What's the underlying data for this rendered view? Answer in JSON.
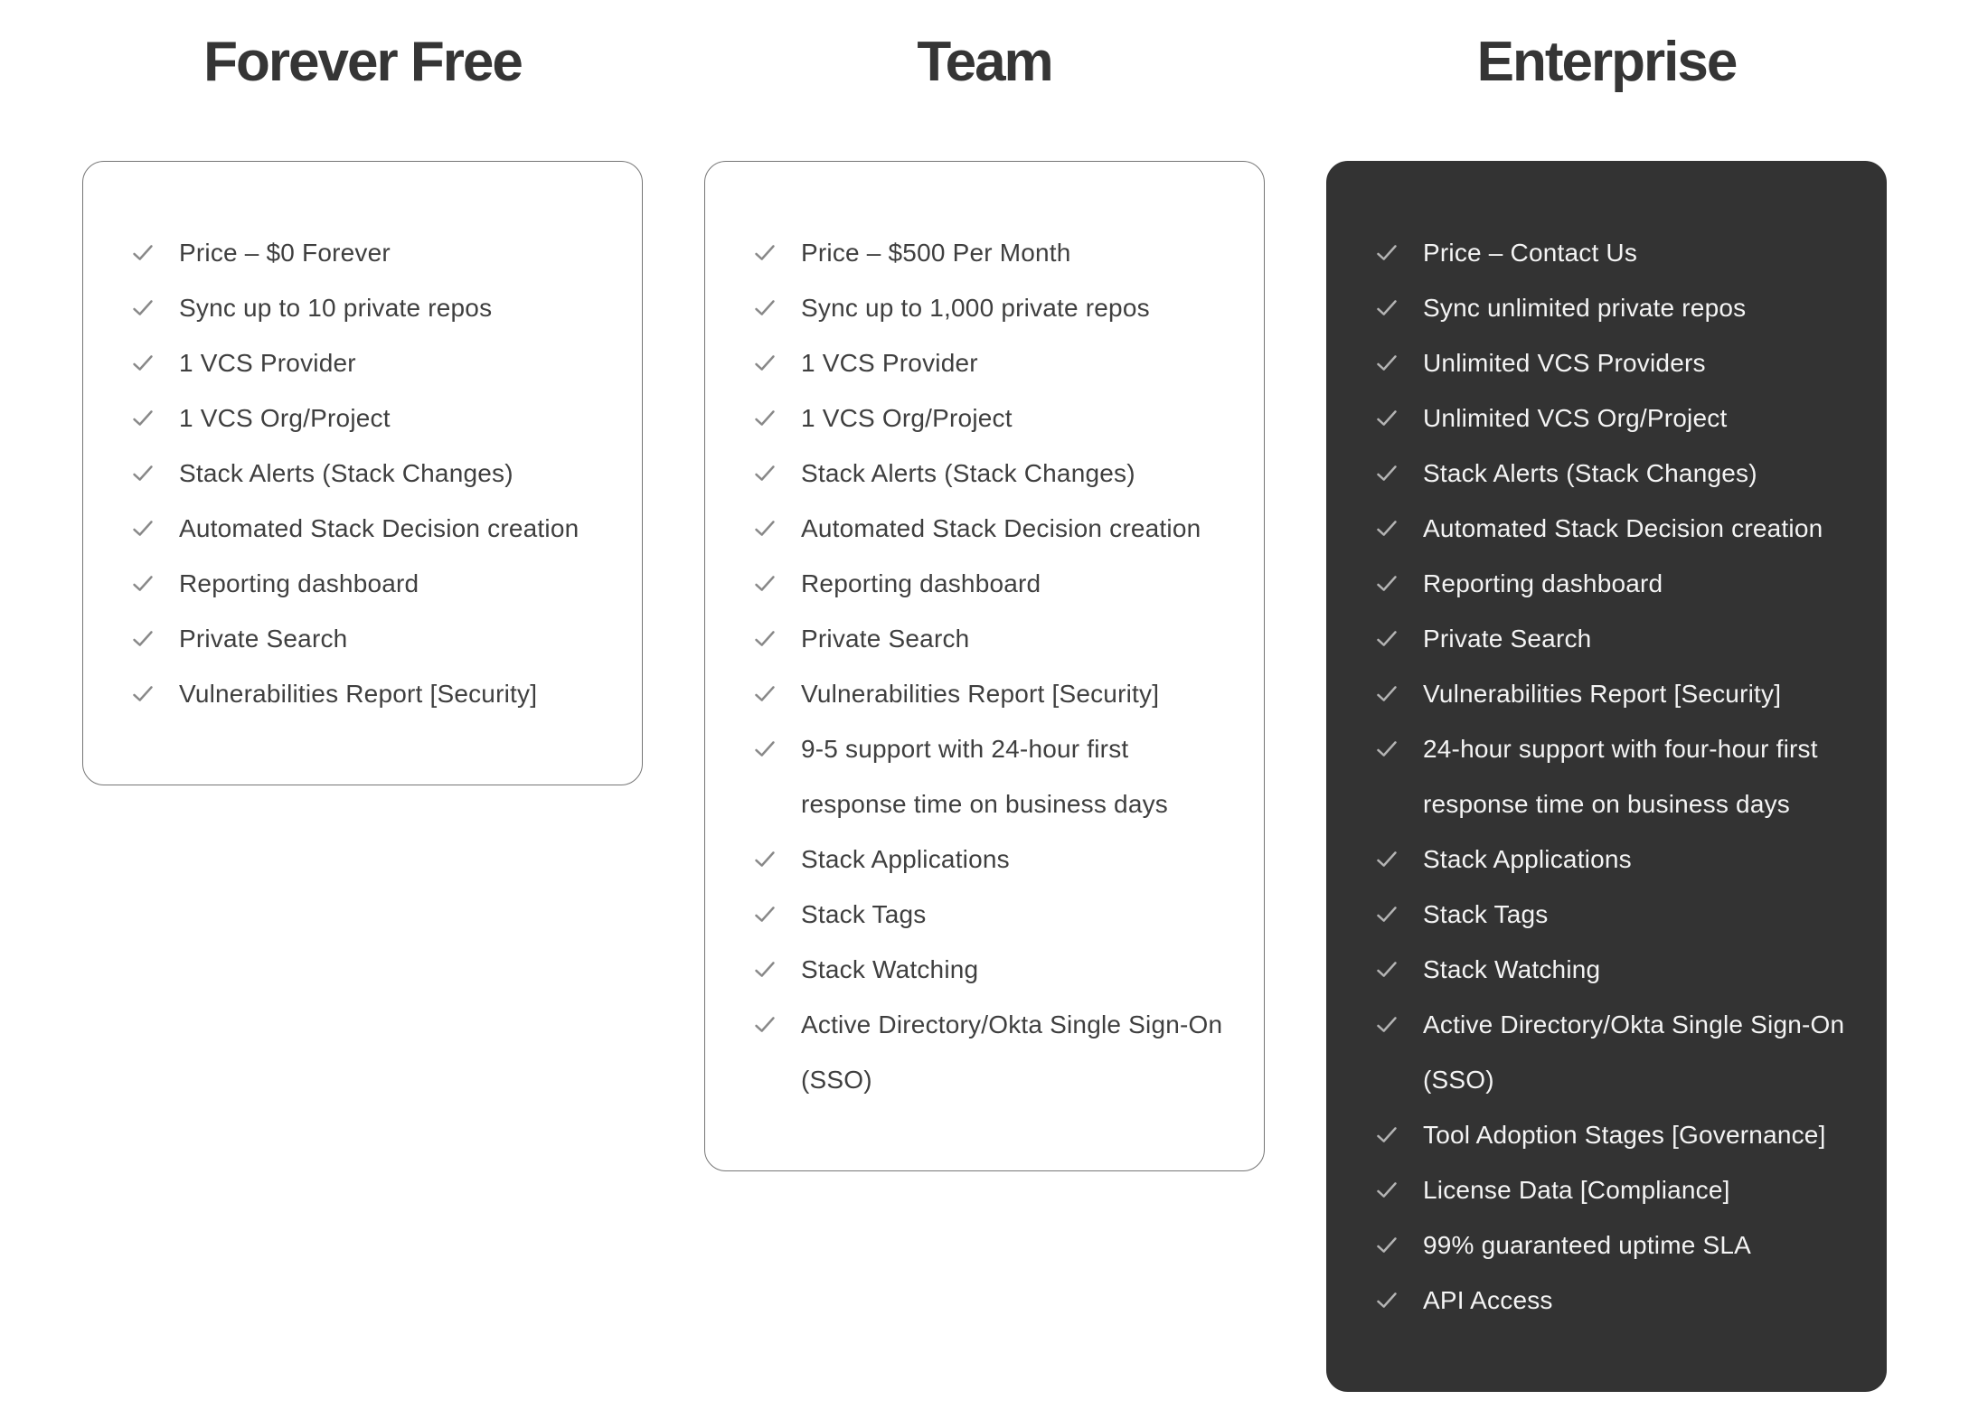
{
  "page": {
    "background": "#ffffff"
  },
  "colors": {
    "title_text": "#353535",
    "body_text": "#3f3f3f",
    "light_card_bg": "#ffffff",
    "light_card_border": "#767676",
    "dark_card_bg": "#333333",
    "dark_card_text": "#f4f4f4",
    "check_light": "#898989",
    "check_dark": "#b3b3b3"
  },
  "icons": {
    "feature_check": "check-icon"
  },
  "plans": [
    {
      "name": "Forever Free",
      "theme": "light",
      "features": [
        "Price – $0 Forever",
        "Sync up to 10 private repos",
        "1 VCS Provider",
        "1 VCS Org/Project",
        "Stack Alerts (Stack Changes)",
        "Automated Stack Decision creation",
        "Reporting dashboard",
        "Private Search",
        "Vulnerabilities Report [Security]"
      ]
    },
    {
      "name": "Team",
      "theme": "light",
      "features": [
        "Price – $500 Per Month",
        "Sync up to 1,000 private repos",
        "1 VCS Provider",
        "1 VCS Org/Project",
        "Stack Alerts (Stack Changes)",
        "Automated Stack Decision creation",
        "Reporting dashboard",
        "Private Search",
        "Vulnerabilities Report [Security]",
        "9-5 support with 24-hour first response time on business days",
        "Stack Applications",
        "Stack Tags",
        "Stack Watching",
        "Active Directory/Okta Single Sign-On (SSO)"
      ]
    },
    {
      "name": "Enterprise",
      "theme": "dark",
      "features": [
        "Price – Contact Us",
        "Sync unlimited private repos",
        "Unlimited VCS Providers",
        "Unlimited VCS Org/Project",
        "Stack Alerts (Stack Changes)",
        "Automated Stack Decision creation",
        "Reporting dashboard",
        "Private Search",
        "Vulnerabilities Report [Security]",
        "24-hour support with four-hour first response time on business days",
        "Stack Applications",
        "Stack Tags",
        "Stack Watching",
        "Active Directory/Okta Single Sign-On (SSO)",
        "Tool Adoption Stages [Governance]",
        "License Data [Compliance]",
        "99% guaranteed uptime SLA",
        "API Access"
      ]
    }
  ]
}
